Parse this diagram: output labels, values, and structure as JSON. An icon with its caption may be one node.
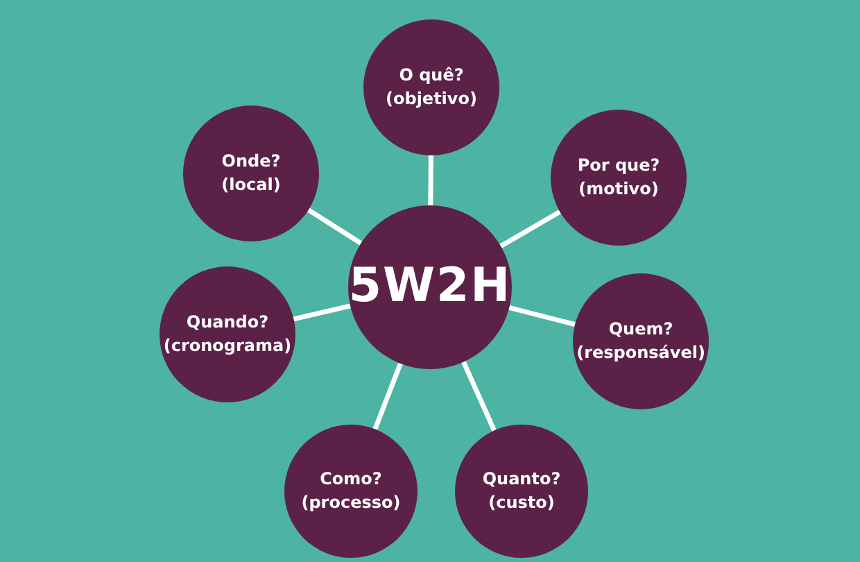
{
  "diagram": {
    "nodes": [
      {
        "text": [
          "5W2H"
        ]
      },
      {
        "text": [
          "O quê? (objetivo)"
        ]
      },
      {
        "text": [
          "Por que? (motivo)"
        ]
      },
      {
        "text": [
          "Quem? (responsável)"
        ]
      },
      {
        "text": [
          "Quanto? (custo)"
        ]
      },
      {
        "text": [
          "Como? (processo)"
        ]
      },
      {
        "text": [
          "Quando? (cronograma)"
        ]
      },
      {
        "text": [
          "Onde? (local)"
        ]
      }
    ],
    "edges": [
      {
        "from": 0,
        "to": 1,
        "arrow": "none"
      },
      {
        "from": 0,
        "to": 2,
        "arrow": "none"
      },
      {
        "from": 0,
        "to": 3,
        "arrow": "none"
      },
      {
        "from": 0,
        "to": 4,
        "arrow": "none"
      },
      {
        "from": 0,
        "to": 5,
        "arrow": "none"
      },
      {
        "from": 0,
        "to": 6,
        "arrow": "none"
      },
      {
        "from": 0,
        "to": 7,
        "arrow": "none"
      }
    ]
  }
}
